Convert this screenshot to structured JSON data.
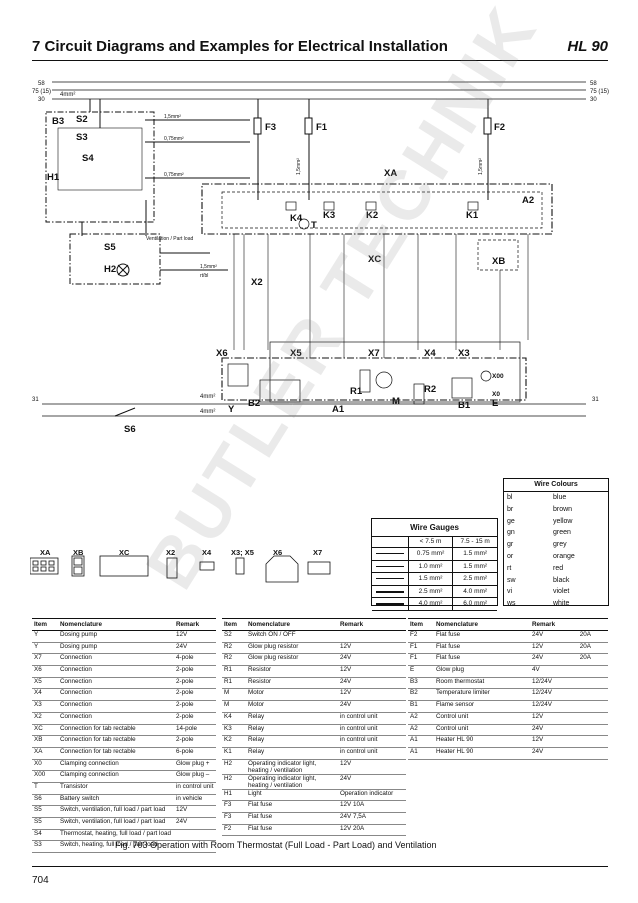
{
  "header": {
    "title": "7  Circuit Diagrams and Examples for Electrical Installation",
    "model": "HL 90"
  },
  "watermark": "BUTLER TECHNIK",
  "diagram": {
    "rails_left": [
      "58",
      "75 (15)",
      "30"
    ],
    "rails_right": [
      "58",
      "75 (15)",
      "30"
    ],
    "rail_31": "31",
    "wire_4mm": "4mm²",
    "components": {
      "B3": "B3",
      "S2": "S2",
      "S3": "S3",
      "S4": "S4",
      "H1": "H1",
      "S5": "S5",
      "H2": "H2",
      "F3": "F3",
      "F1": "F1",
      "F2": "F2",
      "XA": "XA",
      "A2": "A2",
      "K4": "K4",
      "K3": "K3",
      "K2": "K2",
      "K1": "K1",
      "T": "T",
      "XC": "XC",
      "XB": "XB",
      "X2": "X2",
      "X6": "X6",
      "X5": "X5",
      "X7": "X7",
      "X4": "X4",
      "X3": "X3",
      "X0": "X0",
      "X00": "X00",
      "E": "E",
      "R1": "R1",
      "R2": "R2",
      "M": "M",
      "B2": "B2",
      "B1": "B1",
      "A1": "A1",
      "Y": "Y",
      "S6": "S6"
    },
    "wire_labels": {
      "w15a": "1,5mm²",
      "w075a": "0,75mm²",
      "w075b": "0,75mm²",
      "w15b": "1,5mm²",
      "w15c": "1,5mm²",
      "vent": "Ventilation / Part load",
      "w15rtbl": "1,5mm²",
      "rtbl": "rt/bl"
    }
  },
  "wire_colours": {
    "title": "Wire Colours",
    "rows": [
      [
        "bl",
        "blue"
      ],
      [
        "br",
        "brown"
      ],
      [
        "ge",
        "yellow"
      ],
      [
        "gn",
        "green"
      ],
      [
        "gr",
        "grey"
      ],
      [
        "or",
        "orange"
      ],
      [
        "rt",
        "red"
      ],
      [
        "sw",
        "black"
      ],
      [
        "vi",
        "violet"
      ],
      [
        "ws",
        "white"
      ]
    ]
  },
  "wire_gauges": {
    "title": "Wire Gauges",
    "header": [
      "< 7.5 m",
      "7.5 - 15 m"
    ],
    "rows": [
      [
        "0.75 mm²",
        "1.5 mm²"
      ],
      [
        "1.0 mm²",
        "1.5 mm²"
      ],
      [
        "1.5 mm²",
        "2.5 mm²"
      ],
      [
        "2.5 mm²",
        "4.0 mm²"
      ],
      [
        "4.0 mm²",
        "6.0 mm²"
      ]
    ]
  },
  "connectors": [
    "XA",
    "XB",
    "XC",
    "X2",
    "X4",
    "X3; X5",
    "X6",
    "X7"
  ],
  "table_headers": [
    "Item",
    "Nomenclature",
    "Remark"
  ],
  "table1": [
    [
      "Y",
      "Dosing pump",
      "12V"
    ],
    [
      "Y",
      "Dosing pump",
      "24V"
    ],
    [
      "X7",
      "Connection",
      "4-pole"
    ],
    [
      "X6",
      "Connection",
      "2-pole"
    ],
    [
      "X5",
      "Connection",
      "2-pole"
    ],
    [
      "X4",
      "Connection",
      "2-pole"
    ],
    [
      "X3",
      "Connection",
      "2-pole"
    ],
    [
      "X2",
      "Connection",
      "2-pole"
    ],
    [
      "XC",
      "Connection for tab rectable",
      "14-pole"
    ],
    [
      "XB",
      "Connection for tab rectable",
      "2-pole"
    ],
    [
      "XA",
      "Connection for tab rectable",
      "6-pole"
    ],
    [
      "X0",
      "Clamping connection",
      "Glow plug +"
    ],
    [
      "X00",
      "Clamping connection",
      "Glow plug –"
    ],
    [
      "T",
      "Transistor",
      "in control unit"
    ],
    [
      "S6",
      "Battery switch",
      "in vehicle"
    ],
    [
      "S5",
      "Switch, ventilation, full load / part load",
      "12V"
    ],
    [
      "S5",
      "Switch, ventilation, full load / part load",
      "24V"
    ],
    [
      "S4",
      "Thermostat, heating, full load / part load",
      ""
    ],
    [
      "S3",
      "Switch, heating, full load / part load",
      ""
    ]
  ],
  "table2": [
    [
      "S2",
      "Switch ON / OFF",
      ""
    ],
    [
      "R2",
      "Glow plug resistor",
      "12V"
    ],
    [
      "R2",
      "Glow plug resistor",
      "24V"
    ],
    [
      "R1",
      "Resistor",
      "12V"
    ],
    [
      "R1",
      "Resistor",
      "24V"
    ],
    [
      "M",
      "Motor",
      "12V"
    ],
    [
      "M",
      "Motor",
      "24V"
    ],
    [
      "K4",
      "Relay",
      "in control unit"
    ],
    [
      "K3",
      "Relay",
      "in control unit"
    ],
    [
      "K2",
      "Relay",
      "in control unit"
    ],
    [
      "K1",
      "Relay",
      "in control unit"
    ],
    [
      "H2",
      "Operating indicator light, heating / ventilation",
      "12V"
    ],
    [
      "H2",
      "Operating indicator light, heating / ventilation",
      "24V"
    ],
    [
      "H1",
      "Light",
      "Operation indicator"
    ],
    [
      "F3",
      "Flat fuse",
      "12V          10A"
    ],
    [
      "F3",
      "Flat fuse",
      "24V          7,5A"
    ],
    [
      "F2",
      "Flat fuse",
      "12V          20A"
    ]
  ],
  "table3": [
    [
      "F2",
      "Flat fuse",
      "24V",
      "20A"
    ],
    [
      "F1",
      "Flat fuse",
      "12V",
      "20A"
    ],
    [
      "F1",
      "Flat fuse",
      "24V",
      "20A"
    ],
    [
      "E",
      "Glow plug",
      "4V",
      ""
    ],
    [
      "B3",
      "Room thermostat",
      "12/24V",
      ""
    ],
    [
      "B2",
      "Temperature limiter",
      "12/24V",
      ""
    ],
    [
      "B1",
      "Flame sensor",
      "12/24V",
      ""
    ],
    [
      "A2",
      "Control unit",
      "12V",
      ""
    ],
    [
      "A2",
      "Control unit",
      "24V",
      ""
    ],
    [
      "A1",
      "Heater HL 90",
      "12V",
      ""
    ],
    [
      "A1",
      "Heater HL 90",
      "24V",
      ""
    ]
  ],
  "caption": "Fig. 703   Operation with Room Thermostat (Full Load - Part Load) and Ventilation",
  "page_number": "704"
}
